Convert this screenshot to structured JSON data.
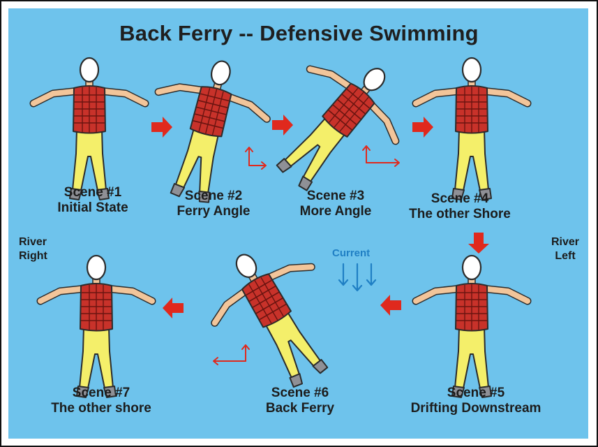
{
  "title": "Back Ferry -- Defensive Swimming",
  "scenes": [
    {
      "number": "Scene #1",
      "caption": "Initial State"
    },
    {
      "number": "Scene #2",
      "caption": "Ferry Angle"
    },
    {
      "number": "Scene #3",
      "caption": "More Angle"
    },
    {
      "number": "Scene #4",
      "caption": "The other Shore"
    },
    {
      "number": "Scene #5",
      "caption": "Drifting Downstream"
    },
    {
      "number": "Scene #6",
      "caption": "Back Ferry"
    },
    {
      "number": "Scene #7",
      "caption": "The other shore"
    }
  ],
  "labels": {
    "river_right": [
      "River",
      "Right"
    ],
    "river_left": [
      "River",
      "Left"
    ],
    "current": "Current"
  },
  "colors": {
    "water": "#6ec3ec",
    "skin": "#f2c59a",
    "vest": "#c8322a",
    "pants": "#f4ef6a",
    "shoes": "#8f9096",
    "arrow": "#e0291d",
    "current_arrow": "#1f7fc4"
  }
}
